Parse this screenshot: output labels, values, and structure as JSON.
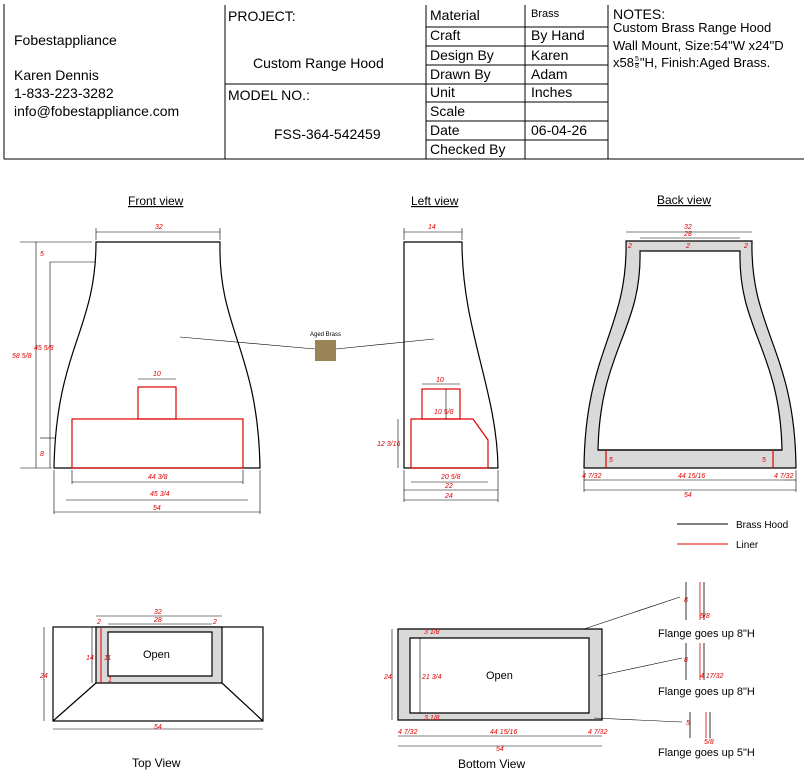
{
  "title_block": {
    "company": "Fobestappliance",
    "contact_name": "Karen Dennis",
    "phone": "1-833-223-3282",
    "email": "info@fobestappliance.com",
    "project_label": "PROJECT:",
    "project_value": "Custom Range Hood",
    "model_label": "MODEL NO.:",
    "model_value": "FSS-364-542459",
    "rows": [
      {
        "label": "Material",
        "value": "Brass"
      },
      {
        "label": "Craft",
        "value": "By Hand"
      },
      {
        "label": "Design By",
        "value": "Karen"
      },
      {
        "label": "Drawn By",
        "value": "Adam"
      },
      {
        "label": "Unit",
        "value": "Inches"
      },
      {
        "label": "Scale",
        "value": ""
      },
      {
        "label": "Date",
        "value": "06-04-26"
      },
      {
        "label": "Checked By",
        "value": ""
      }
    ],
    "notes_label": "NOTES:",
    "notes_line1": "Custom Brass Range Hood",
    "notes_line2": "Wall Mount, Size:54\"W x24\"D",
    "notes_line3_pre": "x58",
    "notes_line3_num": "5",
    "notes_line3_den": "8",
    "notes_line3_post": "\"H, Finish:Aged Brass."
  },
  "views": {
    "front": "Front view",
    "left": "Left view",
    "back": "Back view",
    "top": "Top View",
    "bottom": "Bottom View"
  },
  "swatch_label": "Aged Brass",
  "legend": {
    "hood": "Brass Hood",
    "liner": "Liner",
    "hood_color": "#000000",
    "liner_color": "#e00000"
  },
  "open_label": "Open",
  "flanges": [
    "Flange goes up 8\"H",
    "Flange goes up 8\"H",
    "Flange goes up 5\"H"
  ],
  "dims": {
    "front": {
      "top": "32",
      "left_top": "5",
      "total": "58 5/8",
      "body": "45 5/8",
      "bottom": "8",
      "liner_top": "10",
      "liner_w": "44 3/8",
      "w2": "45 3/4",
      "w3": "54"
    },
    "left": {
      "top": "14",
      "liner_top": "10",
      "liner_h1": "10 5/8",
      "liner_h2": "12 3/16",
      "bot1": "20 5/8",
      "bot2": "22",
      "bot3": "24"
    },
    "back": {
      "top1": "32",
      "top2": "28",
      "side_l": "2",
      "side_m": "2",
      "side_r": "2",
      "in_l": "5",
      "in_r": "5",
      "bot_l": "4 7/32",
      "bot_m": "44 15/16",
      "bot_r": "4 7/32",
      "bot": "54"
    },
    "top": {
      "top1": "32",
      "top2": "28",
      "s1": "2",
      "s2": "2",
      "d1": "14",
      "d2": "11",
      "d3": "1",
      "h": "24",
      "w": "54"
    },
    "bottom": {
      "t1": "3 1/8",
      "d": "24",
      "d2": "21 3/4",
      "b1": "3 1/8",
      "l": "4 7/32",
      "m": "44 15/16",
      "r": "4 7/32",
      "w": "54"
    },
    "flange": {
      "f1a": "8",
      "f1b": "5/8",
      "f2a": "8",
      "f2b": "4 17/32",
      "f3a": "5",
      "f3b": "5/8"
    }
  }
}
